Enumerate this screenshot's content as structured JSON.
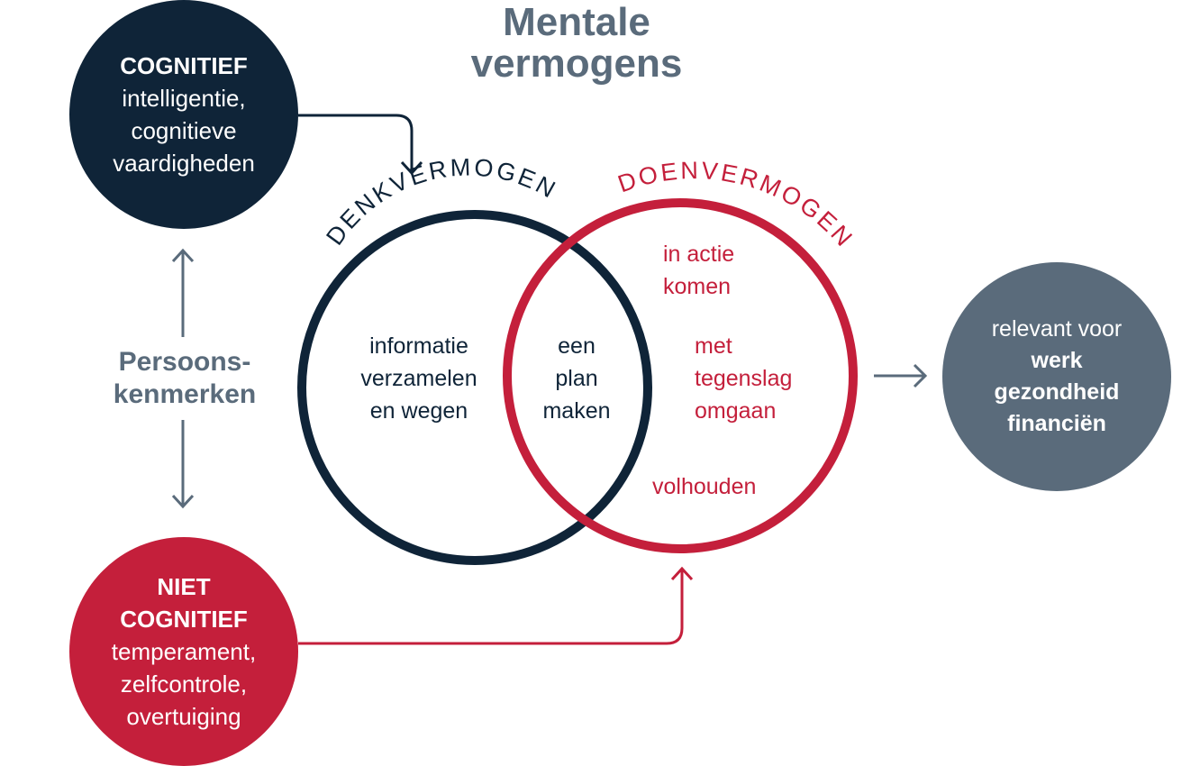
{
  "title": {
    "line1": "Mentale",
    "line2": "vermogens"
  },
  "cognitief": {
    "heading": "COGNITIEF",
    "lines": [
      "intelligentie,",
      "cognitieve",
      "vaardigheden"
    ]
  },
  "niet_cognitief": {
    "heading_line1": "NIET",
    "heading_line2": "COGNITIEF",
    "lines": [
      "temperament,",
      "zelfcontrole,",
      "overtuiging"
    ]
  },
  "persoonskenmerken": {
    "line1": "Persoons-",
    "line2": "kenmerken"
  },
  "denkvermogen": {
    "label": "DENKVERMOGEN",
    "text": [
      "informatie",
      "verzamelen",
      "en wegen"
    ]
  },
  "doenvermogen": {
    "label": "DOENVERMOGEN",
    "item1": [
      "in actie",
      "komen"
    ],
    "item2": [
      "met",
      "tegenslag",
      "omgaan"
    ],
    "item3": "volhouden"
  },
  "overlap": {
    "text": [
      "een",
      "plan",
      "maken"
    ]
  },
  "relevant": {
    "intro": "relevant voor",
    "items": [
      "werk",
      "gezondheid",
      "financiën"
    ]
  },
  "colors": {
    "navy": "#0f2438",
    "red": "#c41f3b",
    "slate": "#5a6b7b"
  }
}
